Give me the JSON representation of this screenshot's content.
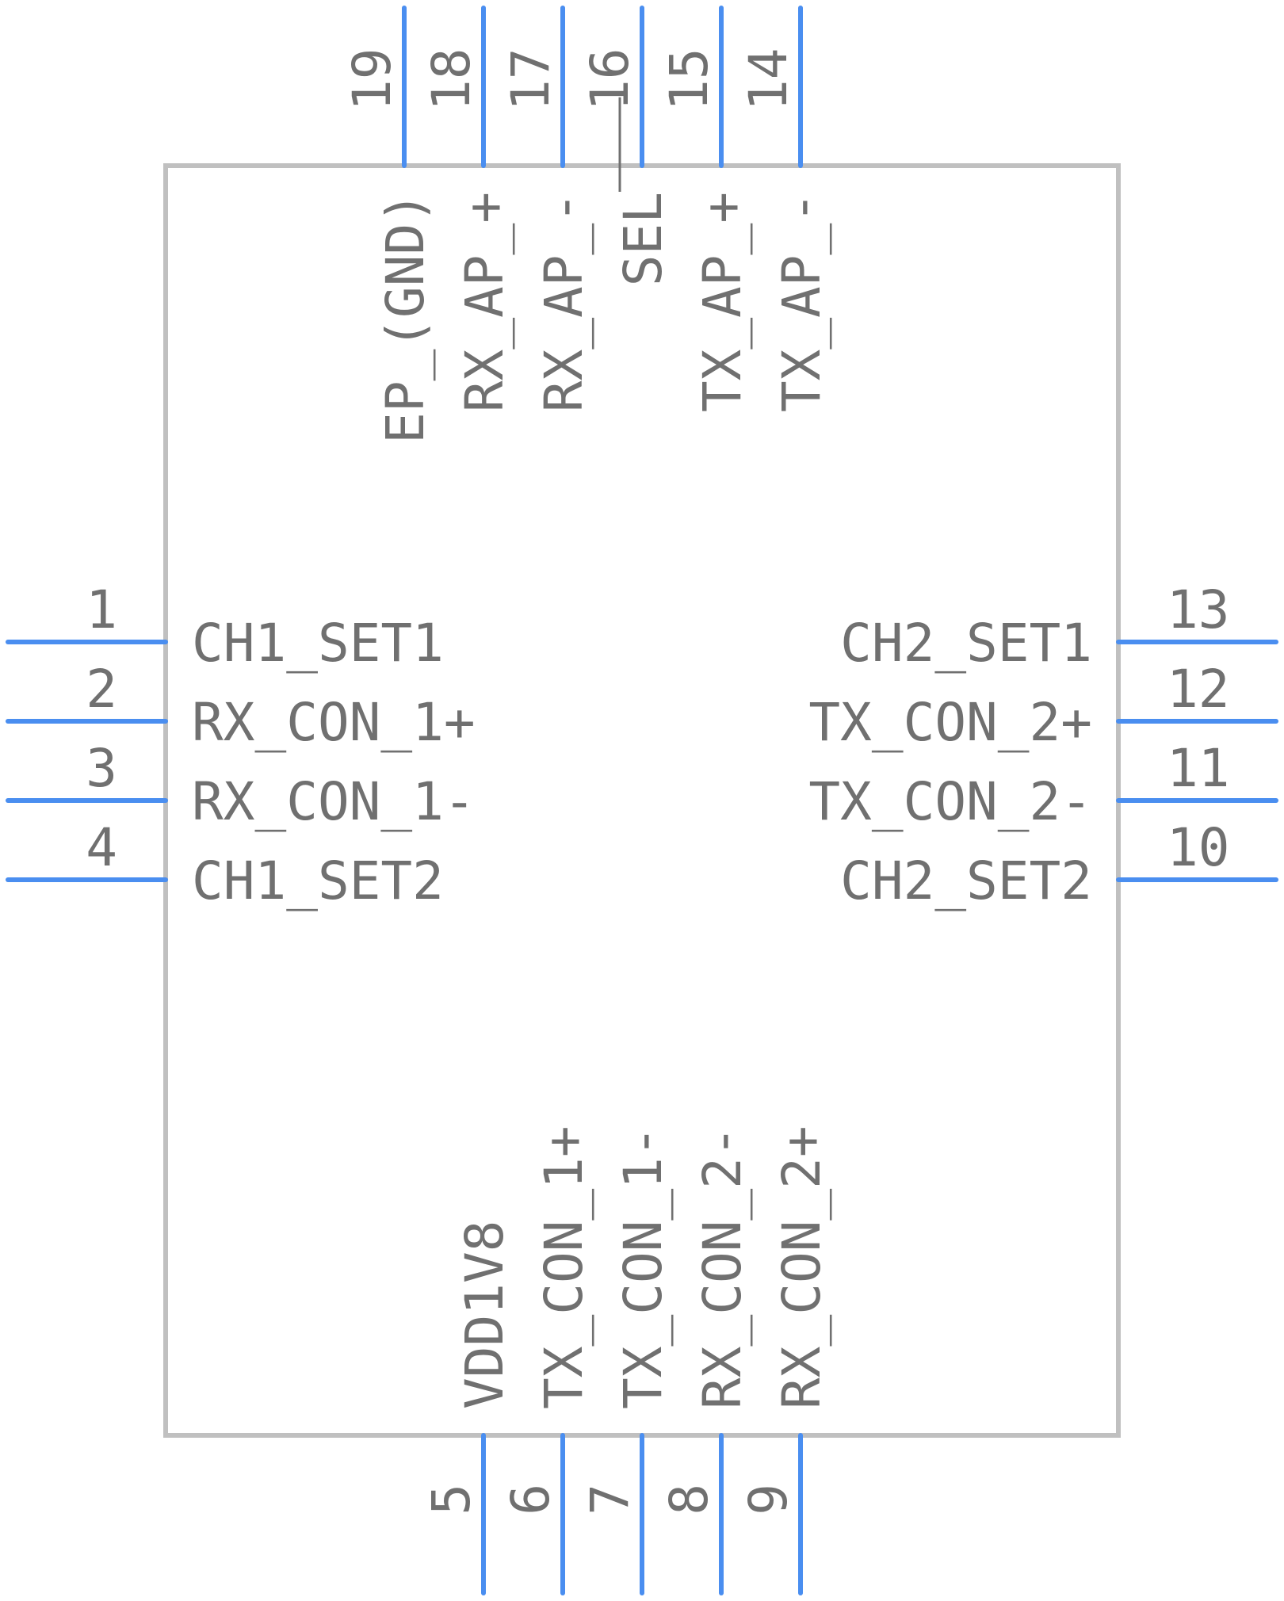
{
  "component": {
    "colors": {
      "pin": "#4a8ef0",
      "body_outline": "#c0c0c0",
      "text": "#707070",
      "background": "#ffffff"
    },
    "pins": [
      {
        "number": "1",
        "name": "CH1_SET1",
        "side": "left"
      },
      {
        "number": "2",
        "name": "RX_CON_1+",
        "side": "left"
      },
      {
        "number": "3",
        "name": "RX_CON_1-",
        "side": "left"
      },
      {
        "number": "4",
        "name": "CH1_SET2",
        "side": "left"
      },
      {
        "number": "5",
        "name": "VDD1V8",
        "side": "bottom"
      },
      {
        "number": "6",
        "name": "TX_CON_1+",
        "side": "bottom"
      },
      {
        "number": "7",
        "name": "TX_CON_1-",
        "side": "bottom"
      },
      {
        "number": "8",
        "name": "RX_CON_2-",
        "side": "bottom"
      },
      {
        "number": "9",
        "name": "RX_CON_2+",
        "side": "bottom"
      },
      {
        "number": "10",
        "name": "CH2_SET2",
        "side": "right"
      },
      {
        "number": "11",
        "name": "TX_CON_2-",
        "side": "right"
      },
      {
        "number": "12",
        "name": "TX_CON_2+",
        "side": "right"
      },
      {
        "number": "13",
        "name": "CH2_SET1",
        "side": "right"
      },
      {
        "number": "14",
        "name": "TX_AP_-",
        "side": "top"
      },
      {
        "number": "15",
        "name": "TX_AP_+",
        "side": "top"
      },
      {
        "number": "16",
        "name": "SEL",
        "side": "top",
        "overbar": true
      },
      {
        "number": "17",
        "name": "RX_AP_-",
        "side": "top"
      },
      {
        "number": "18",
        "name": "RX_AP_+",
        "side": "top"
      },
      {
        "number": "19",
        "name": "EP_(GND)",
        "side": "top"
      }
    ]
  }
}
